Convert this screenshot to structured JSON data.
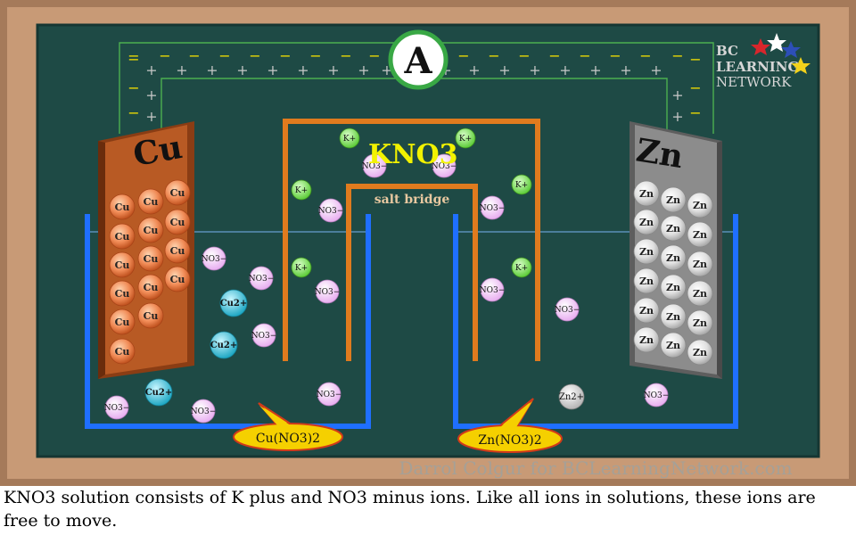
{
  "ammeter_label": "A",
  "logo": {
    "line1": "BC",
    "line2": "LEARNING",
    "line3": "NETWORK"
  },
  "cu_electrode": {
    "label": "Cu",
    "atom": "Cu"
  },
  "zn_electrode": {
    "label": "Zn",
    "atom": "Zn"
  },
  "salt_bridge": {
    "solution": "KNO3",
    "label": "salt bridge"
  },
  "ions": {
    "k": "K+",
    "nitrate": "NO3−",
    "cu": "Cu2+",
    "zn": "Zn2+"
  },
  "solution_labels": {
    "left": "Cu(NO3)2",
    "right": "Zn(NO3)2"
  },
  "wire_signs": {
    "minus": "−",
    "plus": "+"
  },
  "credit": "Darrol Colgur for BCLearningNetwork.com",
  "caption": "KNO3 solution consists of K plus and NO3 minus ions. Like all ions in solutions, these ions are free to move.",
  "colors": {
    "board": "#1e4a45",
    "frame": "#b08466",
    "wire": "#4caf50",
    "beaker": "#1f6fff",
    "bridge": "#e07b1e",
    "copper": "#c0622a",
    "zinc": "#8c8c8c",
    "k_ion": "#7de05a",
    "nitrate_ion": "#f3c6f6",
    "cu_ion": "#3ec3d6",
    "zn_ion": "#d8d8d8",
    "label_bubble": "#f5d000"
  }
}
